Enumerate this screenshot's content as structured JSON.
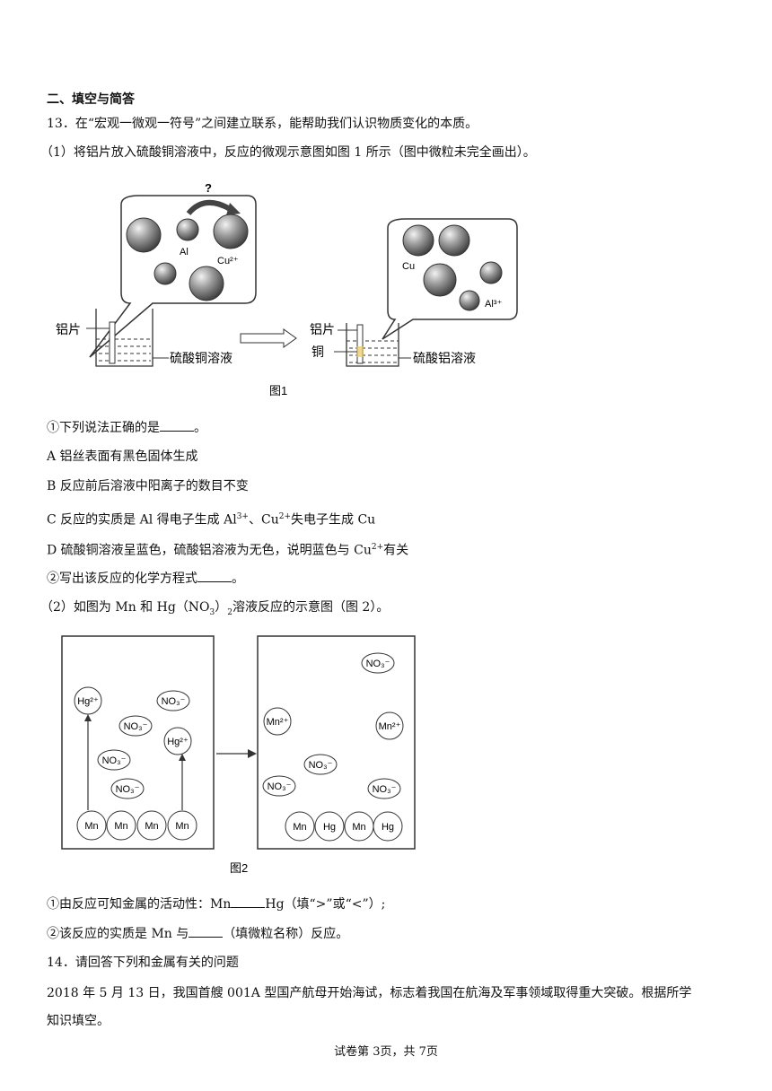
{
  "section_title": "二、填空与简答",
  "q13": {
    "intro": "13．在“宏观一微观一符号”之间建立联系，能帮助我们认识物质变化的本质。",
    "part1": "（1）将铝片放入硫酸铜溶液中，反应的微观示意图如图 1 所示（图中微粒未完全画出）。",
    "fig1": {
      "question_mark": "?",
      "al_label": "Al",
      "cu2_label": "Cu²⁺",
      "cu_label": "Cu",
      "al3_label": "Al³⁺",
      "left_strip_label": "铝片",
      "left_solution_label": "硫酸铜溶液",
      "right_strip_label": "铝片",
      "right_copper_label": "铜",
      "right_solution_label": "硫酸铝溶液",
      "caption": "图1"
    },
    "q1_prefix": "①下列说法正确的是",
    "q1_suffix": "。",
    "optA": "A 铝丝表面有黑色固体生成",
    "optB": "B 反应前后溶液中阳离子的数目不变",
    "optC_1": "C 反应的实质是 Al 得电子生成 Al",
    "optC_sup1": "3+",
    "optC_2": "、Cu",
    "optC_sup2": "2+",
    "optC_3": "失电子生成 Cu",
    "optD_1": "D 硫酸铜溶液呈蓝色，硫酸铝溶液为无色，说明蓝色与 Cu",
    "optD_sup": "2+",
    "optD_2": "有关",
    "q2_prefix": "②写出该反应的化学方程式",
    "q2_suffix": "。",
    "part2_1": "（2）如图为 Mn 和 Hg（NO",
    "part2_sub": "3",
    "part2_2": "）",
    "part2_sub2": "2",
    "part2_3": "溶液反应的示意图（图 2）。",
    "fig2": {
      "hg2": "Hg²⁺",
      "no3": "NO₃⁻",
      "mn": "Mn",
      "mn2": "Mn²⁺",
      "hg": "Hg",
      "caption": "图2"
    },
    "q3_prefix": "①由反应可知金属的活动性：Mn",
    "q3_suffix": "Hg（填“>”或“<”）;",
    "q4_prefix": "②该反应的实质是 Mn 与",
    "q4_suffix": "（填微粒名称）反应。"
  },
  "q14": {
    "intro": "14．请回答下列和金属有关的问题",
    "body_1": "2018 年 5 月 13 日，我国首艘 001A 型国产航母开始海试，标志着我国在航海及军事领域取得重大突破。根据所学",
    "body_2": "知识填空。"
  },
  "footer": "试卷第 3页，共 7页"
}
